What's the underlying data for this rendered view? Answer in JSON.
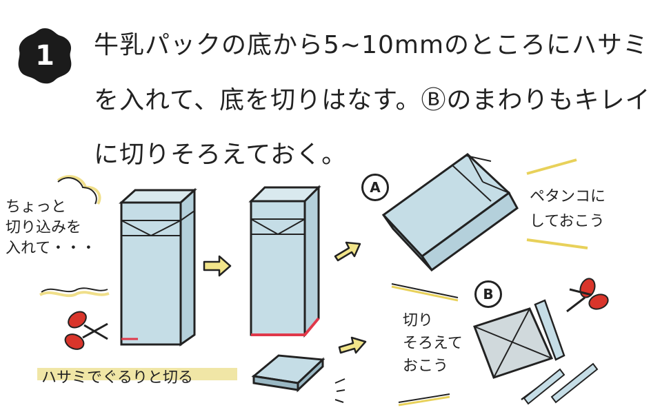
{
  "step": {
    "number": "1"
  },
  "instructions": {
    "line1": "牛乳パックの底から5~10mmのところにハサミ",
    "line2": "を入れて、底を切りはなす。Ⓑのまわりもキレイ",
    "line3": "に切りそろえておく。"
  },
  "notes": {
    "left": [
      "ちょっと",
      "切り込みを",
      "入れて・・・"
    ],
    "scissors_caption": "ハサミでぐるりと切る",
    "a_note": [
      "ペタンコに",
      "しておこう"
    ],
    "b_note": [
      "切り",
      "そろえて",
      "おこう"
    ]
  },
  "labels": {
    "a": "A",
    "b": "B"
  },
  "colors": {
    "carton_fill": "#c5dde6",
    "ink": "#222222",
    "cut_line": "#e0384a",
    "arrow_fill": "#f2e58a",
    "highlight": "#f0e6a6",
    "scissors": "#d9352b"
  },
  "icons": [
    "step-badge-icon",
    "scissors-icon",
    "arrow-right-icon"
  ]
}
